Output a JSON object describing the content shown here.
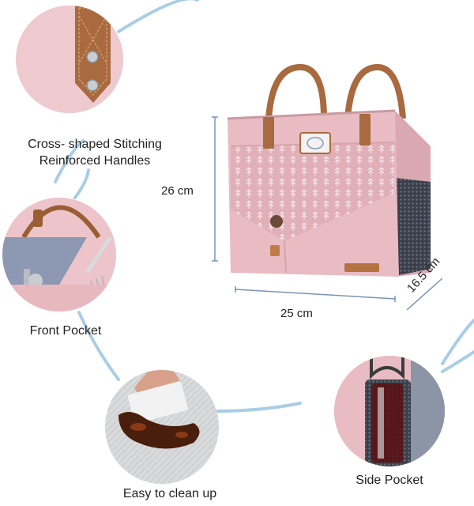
{
  "features": {
    "handles": {
      "line1": "Cross- shaped Stitching",
      "line2": "Reinforced Handles"
    },
    "front_pocket": "Front Pocket",
    "clean": "Easy to clean up",
    "side_pocket": "Side Pocket"
  },
  "dimensions": {
    "height": "26 cm",
    "width": "25 cm",
    "depth": "16.5 cm"
  },
  "colors": {
    "bag_pink": "#e9bcc3",
    "strap_brown": "#a86a3e",
    "connector_blue": "#a9cde6",
    "mesh": "#3a3f4a"
  }
}
